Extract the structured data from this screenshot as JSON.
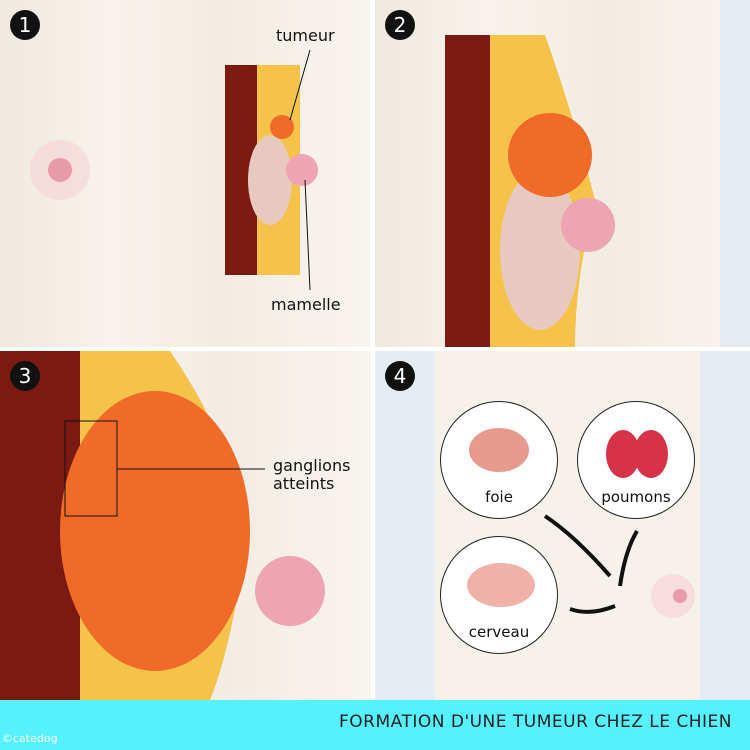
{
  "panels": [
    {
      "number": "1",
      "labels": {
        "tumor": "tumeur",
        "nipple": "mamelle"
      }
    },
    {
      "number": "2"
    },
    {
      "number": "3",
      "labels": {
        "nodes": "ganglions atteints"
      }
    },
    {
      "number": "4",
      "organs": [
        {
          "name": "foie"
        },
        {
          "name": "poumons"
        },
        {
          "name": "cerveau"
        }
      ]
    }
  ],
  "banner": {
    "title": "FORMATION D'UNE TUMEUR CHEZ LE CHIEN",
    "credit": "©catedog"
  },
  "colors": {
    "banner": "#55f2fe",
    "tissue": "#7a1a12",
    "fat": "#f5c24a",
    "tumor": "#f06a28",
    "skin": "#f2c9cf"
  }
}
